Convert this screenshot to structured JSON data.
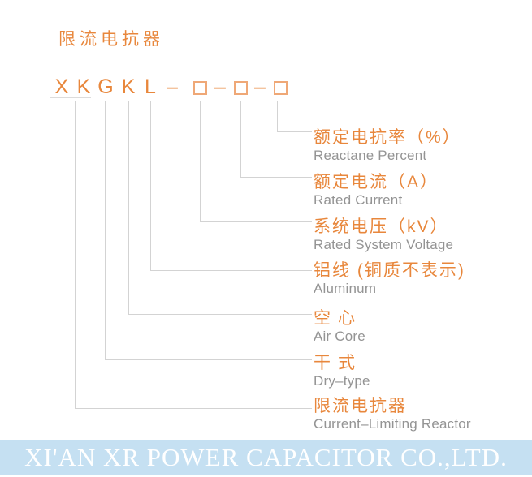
{
  "title": "限流电抗器",
  "code": {
    "letters": [
      "X",
      "K",
      "G",
      "K",
      "L"
    ],
    "separator": "–",
    "box_count": 3
  },
  "labels": [
    {
      "zh": "额定电抗率（%）",
      "en": "Reactane Percent"
    },
    {
      "zh": "额定电流（A）",
      "en": "Rated Current"
    },
    {
      "zh": "系统电压（kV）",
      "en": "Rated System Voltage"
    },
    {
      "zh": "铝线 (铜质不表示)",
      "en": "Aluminum"
    },
    {
      "zh": "空心",
      "en": "Air Core"
    },
    {
      "zh": "干式",
      "en": "Dry–type"
    },
    {
      "zh": "限流电抗器",
      "en": "Current–Limiting Reactor"
    }
  ],
  "footer": {
    "company": "XI'AN XR POWER CAPACITOR CO.,LTD."
  },
  "colors": {
    "accent_orange": "#E8873C",
    "box_border_orange": "#EFA877",
    "label_gray": "#949494",
    "line_gray": "#D3D3D3",
    "underline_gray": "#DCDCDC",
    "footer_bg": "#C5E0F2",
    "footer_text": "#FFFFFF"
  }
}
